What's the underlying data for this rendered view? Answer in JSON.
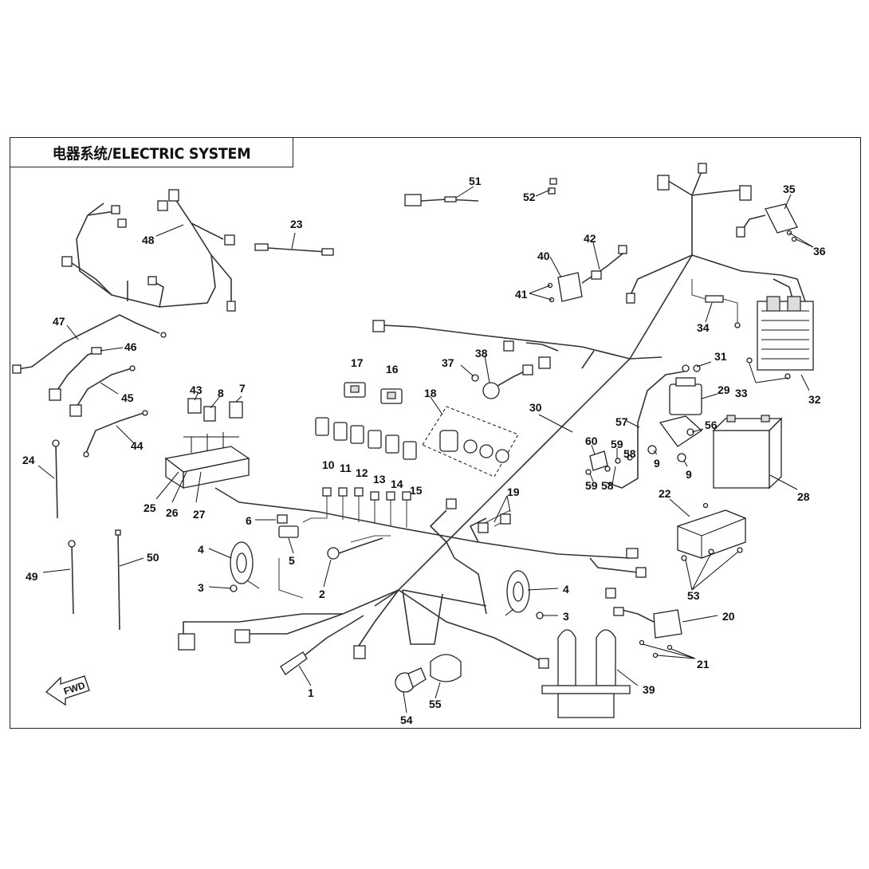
{
  "title": "电器系统/ELECTRIC SYSTEM",
  "direction_label": "FWD",
  "callouts": [
    {
      "id": "c1",
      "text": "1"
    },
    {
      "id": "c2",
      "text": "2"
    },
    {
      "id": "c3a",
      "text": "3"
    },
    {
      "id": "c3b",
      "text": "3"
    },
    {
      "id": "c4a",
      "text": "4"
    },
    {
      "id": "c4b",
      "text": "4"
    },
    {
      "id": "c5",
      "text": "5"
    },
    {
      "id": "c6",
      "text": "6"
    },
    {
      "id": "c7",
      "text": "7"
    },
    {
      "id": "c8",
      "text": "8"
    },
    {
      "id": "c9a",
      "text": "9"
    },
    {
      "id": "c9b",
      "text": "9"
    },
    {
      "id": "c10",
      "text": "10"
    },
    {
      "id": "c11",
      "text": "11"
    },
    {
      "id": "c12",
      "text": "12"
    },
    {
      "id": "c13",
      "text": "13"
    },
    {
      "id": "c14",
      "text": "14"
    },
    {
      "id": "c15",
      "text": "15"
    },
    {
      "id": "c16",
      "text": "16"
    },
    {
      "id": "c17",
      "text": "17"
    },
    {
      "id": "c18",
      "text": "18"
    },
    {
      "id": "c19",
      "text": "19"
    },
    {
      "id": "c20",
      "text": "20"
    },
    {
      "id": "c21",
      "text": "21"
    },
    {
      "id": "c22",
      "text": "22"
    },
    {
      "id": "c23",
      "text": "23"
    },
    {
      "id": "c24",
      "text": "24"
    },
    {
      "id": "c25",
      "text": "25"
    },
    {
      "id": "c26",
      "text": "26"
    },
    {
      "id": "c27",
      "text": "27"
    },
    {
      "id": "c28",
      "text": "28"
    },
    {
      "id": "c29",
      "text": "29"
    },
    {
      "id": "c30",
      "text": "30"
    },
    {
      "id": "c31",
      "text": "31"
    },
    {
      "id": "c32",
      "text": "32"
    },
    {
      "id": "c33",
      "text": "33"
    },
    {
      "id": "c34",
      "text": "34"
    },
    {
      "id": "c35",
      "text": "35"
    },
    {
      "id": "c36",
      "text": "36"
    },
    {
      "id": "c37",
      "text": "37"
    },
    {
      "id": "c38",
      "text": "38"
    },
    {
      "id": "c39",
      "text": "39"
    },
    {
      "id": "c40",
      "text": "40"
    },
    {
      "id": "c41",
      "text": "41"
    },
    {
      "id": "c42",
      "text": "42"
    },
    {
      "id": "c43",
      "text": "43"
    },
    {
      "id": "c44",
      "text": "44"
    },
    {
      "id": "c45",
      "text": "45"
    },
    {
      "id": "c46",
      "text": "46"
    },
    {
      "id": "c47",
      "text": "47"
    },
    {
      "id": "c48",
      "text": "48"
    },
    {
      "id": "c49",
      "text": "49"
    },
    {
      "id": "c50",
      "text": "50"
    },
    {
      "id": "c51",
      "text": "51"
    },
    {
      "id": "c52",
      "text": "52"
    },
    {
      "id": "c53",
      "text": "53"
    },
    {
      "id": "c54",
      "text": "54"
    },
    {
      "id": "c55",
      "text": "55"
    },
    {
      "id": "c56",
      "text": "56"
    },
    {
      "id": "c57",
      "text": "57"
    },
    {
      "id": "c58a",
      "text": "58"
    },
    {
      "id": "c58b",
      "text": "58"
    },
    {
      "id": "c59a",
      "text": "59"
    },
    {
      "id": "c59b",
      "text": "59"
    },
    {
      "id": "c60",
      "text": "60"
    }
  ]
}
